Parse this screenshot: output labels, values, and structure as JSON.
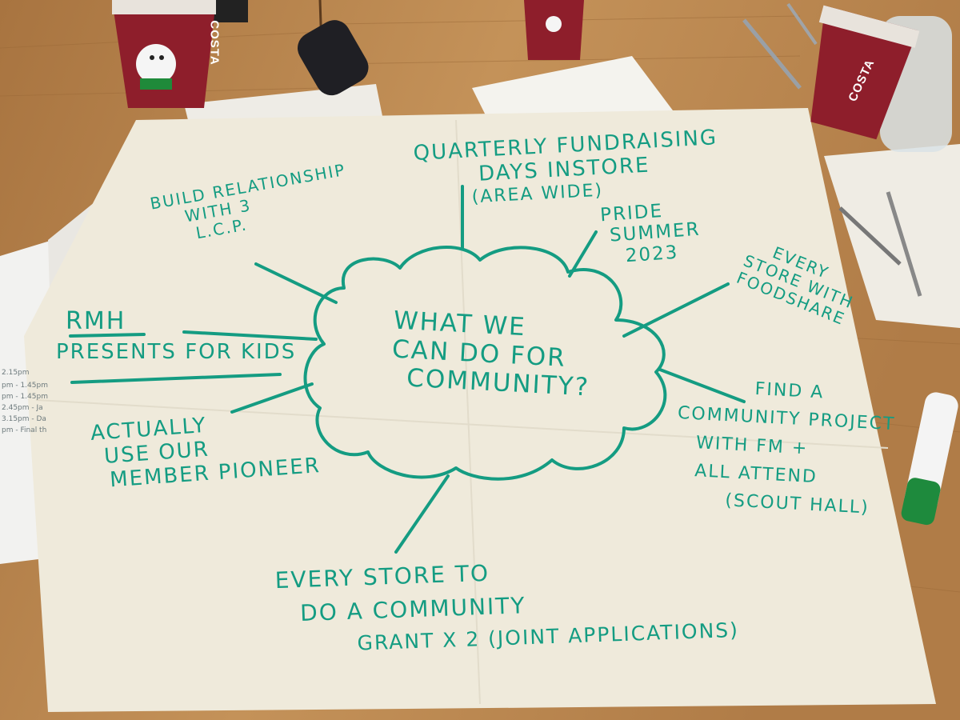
{
  "center_bubble": [
    "What we",
    "can do for",
    "community?"
  ],
  "ideas": [
    {
      "id": "quarterly",
      "lines": [
        "Quarterly fundraising",
        "days instore",
        "(area wide)"
      ]
    },
    {
      "id": "pride",
      "lines": [
        "Pride",
        "summer",
        "2023"
      ]
    },
    {
      "id": "lcp",
      "lines": [
        "Build relationship",
        "with 3",
        "L.C.P."
      ]
    },
    {
      "id": "foodshare",
      "lines": [
        "Every",
        "store with",
        "foodshare"
      ]
    },
    {
      "id": "rmh",
      "lines": [
        "RMH",
        "Presents for kids"
      ]
    },
    {
      "id": "pioneer",
      "lines": [
        "Actually",
        "use our",
        "member pioneer"
      ]
    },
    {
      "id": "project",
      "lines": [
        "Find a",
        "community project",
        "with FM +",
        "all attend",
        "(scout hall)"
      ]
    },
    {
      "id": "grant",
      "lines": [
        "Every store to",
        "do a community",
        "grant x 2 (joint applications)"
      ]
    }
  ],
  "cups": [
    {
      "id": "cup-left",
      "brand": "COSTA",
      "color": "#8e1e2b"
    },
    {
      "id": "cup-mid",
      "brand": "",
      "color": "#8e1e2b"
    },
    {
      "id": "cup-right",
      "brand": "COSTA",
      "color": "#8e1e2b"
    }
  ],
  "schedule_times": [
    "2.15pm",
    "pm - 1.45pm",
    "pm - 1.45pm",
    "2.45pm - Ja",
    "3.15pm - Da",
    "pm - Final th"
  ],
  "colors": {
    "marker": "#149c82",
    "paper": "#efeadb",
    "table": "#b9874f",
    "cup": "#8e1e2b"
  }
}
